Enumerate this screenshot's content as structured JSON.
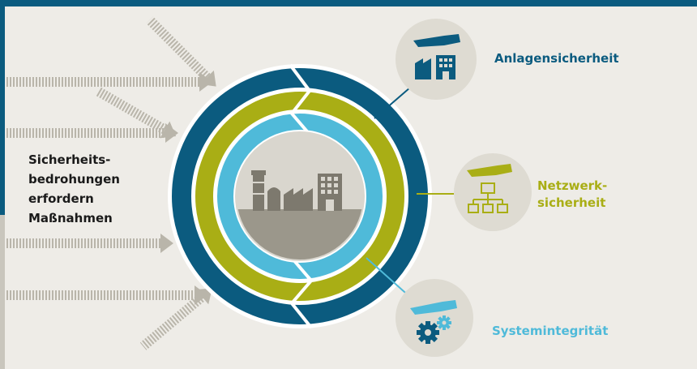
{
  "diagram": {
    "threat_label": [
      "Sicherheits-",
      "bedrohungen",
      "erfordern",
      "Maßnahmen"
    ],
    "pillars": [
      {
        "label": "Anlagensicherheit",
        "color": "#0b5b7f",
        "icon": "hand-factory-icon"
      },
      {
        "label_lines": [
          "Netzwerk-",
          "sicherheit"
        ],
        "color": "#a9ae15",
        "icon": "hand-network-icon"
      },
      {
        "label": "Systemintegrität",
        "color": "#4fbad9",
        "icon": "hand-gears-icon"
      }
    ],
    "center_icon": "factory-plant-icon",
    "colors": {
      "background": "#eeece7",
      "dark_blue": "#0b5b7f",
      "olive": "#a9ae15",
      "light_blue": "#4fbad9",
      "grey": "#9b978b",
      "icon_circle": "#dedbd2"
    }
  }
}
